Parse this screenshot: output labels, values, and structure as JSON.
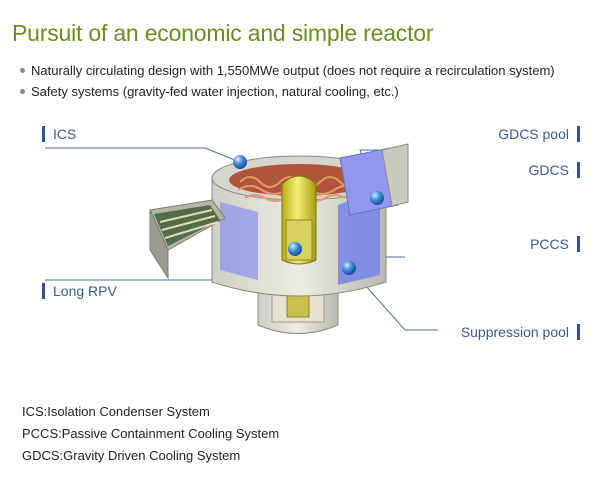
{
  "title": "Pursuit of an economic and simple reactor",
  "bullets": [
    "Naturally circulating design with 1,550MWe output (does not require a recirculation system)",
    "Safety systems (gravity-fed water injection, natural cooling, etc.)"
  ],
  "labels": {
    "ics": "ICS",
    "long_rpv": "Long RPV",
    "gdcs_pool": "GDCS pool",
    "gdcs": "GDCS",
    "pccs": "PCCS",
    "suppression_pool": "Suppression pool"
  },
  "legend": [
    "ICS:Isolation Condenser System",
    "PCCS:Passive Containment Cooling System",
    "GDCS:Gravity Driven Cooling System"
  ],
  "colors": {
    "title": "#6a8e1f",
    "label_text": "#3b5a8c",
    "label_bar": "#2f5496",
    "leader_line": "#4a6fa5",
    "pool_blue": "#7b86e6",
    "marker_blue": "#2f7fd6"
  }
}
